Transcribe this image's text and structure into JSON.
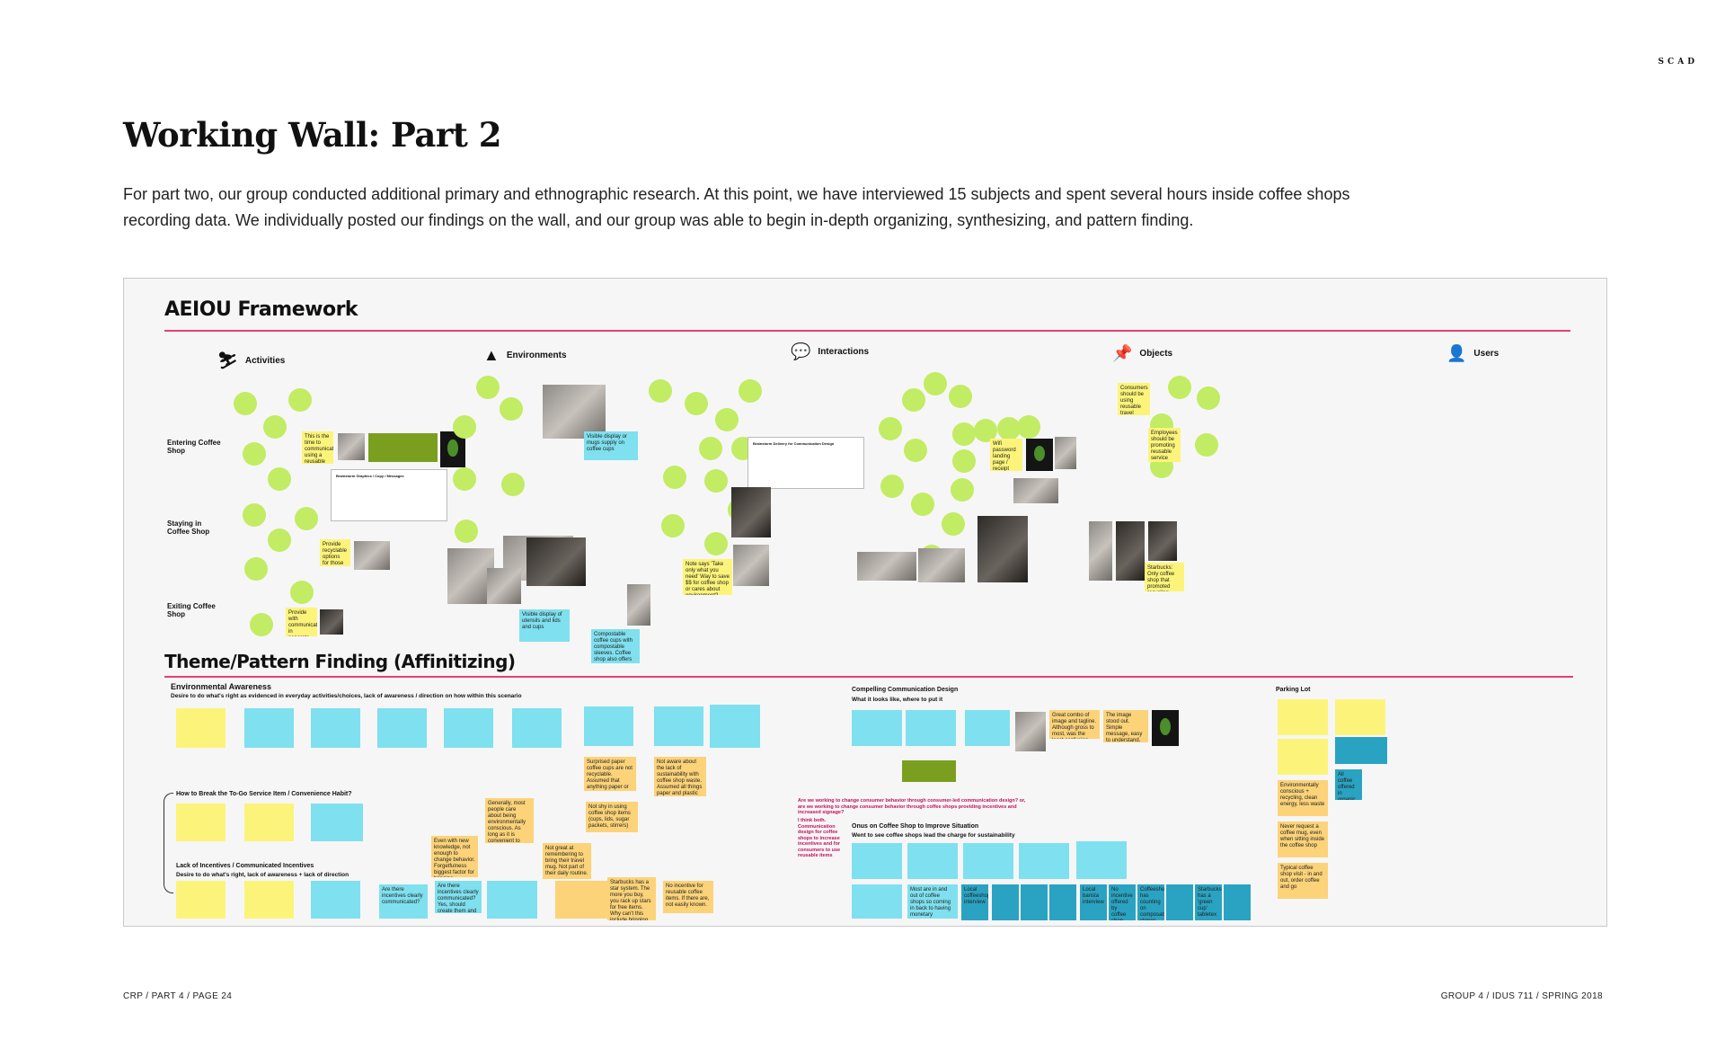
{
  "brand": "SCAD",
  "page_title": "Working Wall: Part 2",
  "intro": "For part two, our group conducted additional primary and ethnographic research. At this point, we have interviewed 15 subjects and spent several hours inside coffee shops recording data. We individually posted our findings on the wall, and our group was able to begin in-depth organizing, synthesizing, and pattern finding.",
  "board": {
    "aeiou_title": "AEIOU Framework",
    "categories": [
      "Activities",
      "Environments",
      "Interactions",
      "Objects",
      "Users"
    ],
    "category_icons": [
      "running-figure-icon",
      "mountain-icon",
      "speech-bubbles-icon",
      "pushpin-icon",
      "user-icon"
    ],
    "row_labels": [
      "Entering Coffee Shop",
      "Staying in Coffee Shop",
      "Exiting Coffee Shop"
    ],
    "brainstorm_1": "Brainstorm Graphics / Copy / Messages",
    "brainstorm_2": "Brainstorm Delivery for Communication Design",
    "notes_top": {
      "activities_mug": "This is the time to communicate using a reusable mug with the consumer?",
      "activities_recyclable": "Provide recyclable options for those remaining in shop",
      "activities_exit": "Provide with communicates in separate compostable bin, recycling bin and a bin for nonrecyclable items",
      "env_mugs": "Visible display or mugs supply on coffee cups",
      "env_utensils": "Visible display of utensils and lids and cups",
      "env_compostable": "Compostable coffee cups with compostable sleeves. Coffee shop also offers compostable lids. Owner advised that these products are harder to break down, but yet coffee shop is still offering them",
      "interactions_sign": "Note says 'Take only what you need' Way to save $$ for coffee shop or cares about environment? Does it matter?",
      "objects_wifi": "Wifi password landing page / receipt opportunity to communicate sustainability",
      "users_consumers": "Consumers should be using reusable travel mugs",
      "users_employees": "Employees should be promoting reusable service items to customers",
      "users_starbucks": "Starbucks: Only coffee shop that promoted recycling. Trash bin has two sections. One for trash and one for recyclable items"
    },
    "theme_title": "Theme/Pattern Finding (Affinitizing)",
    "env_awareness": {
      "heading": "Environmental Awareness",
      "sub": "Desire to do what's right as evidenced in everyday activities/choices, lack of awareness / direction on how within this scenario"
    },
    "break_habit": "How to Break the To-Go Service Item / Convenience Habit?",
    "incentives": {
      "heading": "Lack of Incentives / Communicated Incentives",
      "sub": "Desire to do what's right, lack of awareness + lack of direction"
    },
    "notes_theme": {
      "generally": "Generally, most people care about being environmentally conscious. As long as it is convenient to their day to day lives.",
      "remembering": "Not great at remembering to bring their travel mug. Not part of their daily routine.",
      "knowledge": "Even with new knowledge, not enough to change behavior. Forgetfulness biggest factor for bringing reusable items. Need bigger incentives for reusability",
      "surprised": "Surprised paper coffee cups are not recyclable. Assumed that anything paper or plastic is recyclable.",
      "not_sure": "Not aware about the lack of sustainability with coffee shop waste. Assumed all things paper and plastic are recyclable. Thought that was general knowledge.",
      "not_shy": "Not shy in using coffee shop items (cups, lids, sugar packets, stirrers)",
      "starbucks_star": "Starbucks has a star system. The more you buy, you rack up stars for free items. Why can't this include bringing in your own travel mug? Just make you bring in your coffee mugs, you add to your star count",
      "no_incentive": "No incentive for reusable coffee items. If there are, not easily known.",
      "incentives_clearly": "Are there incentives clearly communicated?",
      "incentives_implement": "Are there incentives clearly communicated? Yes, should create them and easy to implement"
    },
    "compelling": {
      "heading": "Compelling Communication Design",
      "sub": "What it looks like, where to put it",
      "combo": "Great combo of image and tagline. Although gross to most, was the least confusing. Message came across clearly.",
      "image_stood": "The image stood out. Simple message, easy to understand. Not busy or cluttered. They are in and out of shop, message has clear and easy"
    },
    "red_question": "Are we working to change consumer behavior through consumer-led communication design? or, are we working to change consumer behavior through coffee shops providing incentives and increased signage?",
    "red_answer": "I think both. Communication design for coffee shops to increase incentives and for consumers to use reusable items",
    "onus": {
      "heading": "Onus on Coffee Shop to Improve Situation",
      "sub": "Went to see coffee shops lead the charge for sustainability",
      "back": "Most are in and out of coffee shops so coming in back to having monetary incentives be in-stored bonuses for increased sustainability.",
      "local_1": "Local coffeeshop interview",
      "local_2": "Local barista interview",
      "coffeeshop": "Coffeeshop has counting on composable stones",
      "starbucks_green": "Starbucks has a 'green cup' tabletex",
      "no_incentive_blue": "No incentive offered by coffee shop"
    },
    "parking": {
      "heading": "Parking Lot",
      "env": "Environmentally conscious + recycling, clean energy, less waste",
      "never": "Never request a coffee mug, even when sitting inside the coffee shop",
      "typical": "Typical coffee shop visit - in and out, order coffee and go",
      "all_coffee": "All coffee offered in organic, fair trade"
    }
  },
  "footer_left": "CRP / PART 4 / PAGE 24",
  "footer_right": "GROUP 4 / IDUS 711 / SPRING 2018"
}
